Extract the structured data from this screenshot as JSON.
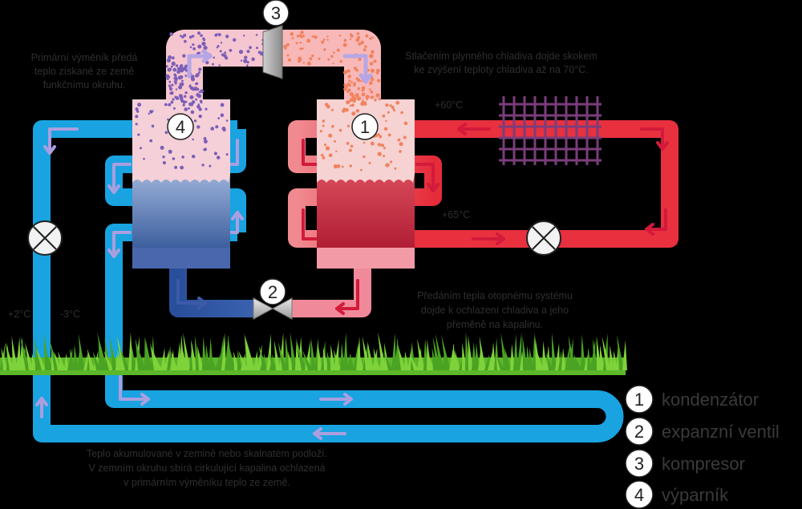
{
  "notes": {
    "evaporator": [
      "Primární výměník předá",
      "teplo získané ze země",
      "funkčnímu okruhu."
    ],
    "compression": [
      "Stlačením plynného chladiva dojde skokem",
      "ke zvýšení teploty chladiva až na 70°C."
    ],
    "condensation": [
      "Předáním tepla otopnému systému",
      "dojde k ochlazení chladiva a jeho",
      "přeměně na kapalinu."
    ],
    "ground": [
      "Teplo akumulované v zemině nebo skalnatém podloží.",
      "V zemním okruhu sbírá cirkulující kapalina ochlazená",
      "v primárním výměníku teplo ze země."
    ]
  },
  "temps": {
    "t60": "+60°C",
    "t65": "+65°C",
    "t2": "+2°C",
    "tm3": "-3°C"
  },
  "numbers": {
    "n1": "1",
    "n2": "2",
    "n3": "3",
    "n4": "4"
  },
  "legend": [
    {
      "num": "1",
      "label": "kondenzátor"
    },
    {
      "num": "2",
      "label": "expanzní ventil"
    },
    {
      "num": "3",
      "label": "kompresor"
    },
    {
      "num": "4",
      "label": "výparník"
    }
  ],
  "colors": {
    "cold_loop": "#19a3e0",
    "hot_loop": "#e8303f",
    "evaporator": "#5577b5",
    "condenser": "#c0283d",
    "grass": "#5cb82a"
  }
}
